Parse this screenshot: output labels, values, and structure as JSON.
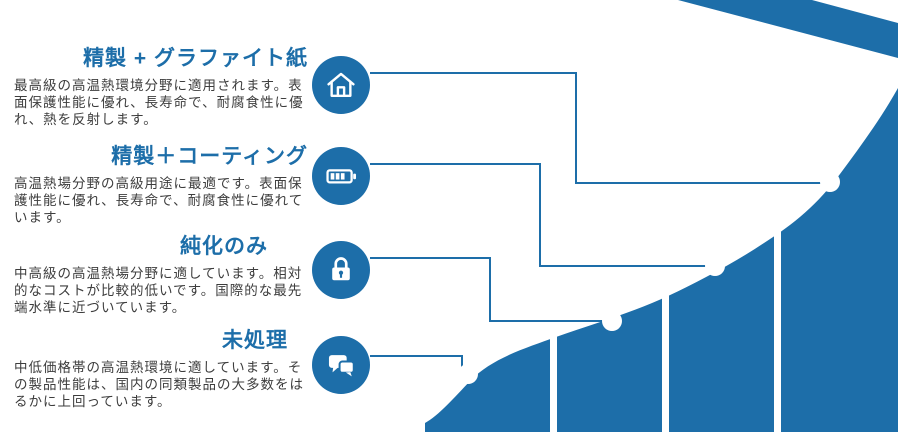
{
  "colors": {
    "accent": "#1d6ea9",
    "text": "#3d3d3d",
    "background": "#ffffff"
  },
  "tiers": [
    {
      "icon": "home-icon",
      "title": "精製 + グラファイト紙",
      "description": "最高級の高温熱環境分野に適用されます。表面保護性能に優れ、長寿命で、耐腐食性に優れ、熱を反射します。"
    },
    {
      "icon": "battery-icon",
      "title": "精製＋コーティング",
      "description": "高温熱場分野の高級用途に最適です。表面保護性能に優れ、長寿命で、耐腐食性に優れています。"
    },
    {
      "icon": "lock-icon",
      "title": "純化のみ",
      "description": "中高級の高温熱場分野に適しています。相対的なコストが比較的低いです。国際的な最先端水準に近づいています。"
    },
    {
      "icon": "chat-icon",
      "title": "未処理",
      "description": "中低価格帯の高温熱環境に適しています。その製品性能は、国内の同類製品の大多数をはるかに上回っています。"
    }
  ],
  "chart": {
    "type": "area",
    "style": "ascending-exponential-curve",
    "segments": 4,
    "markers": 4
  }
}
